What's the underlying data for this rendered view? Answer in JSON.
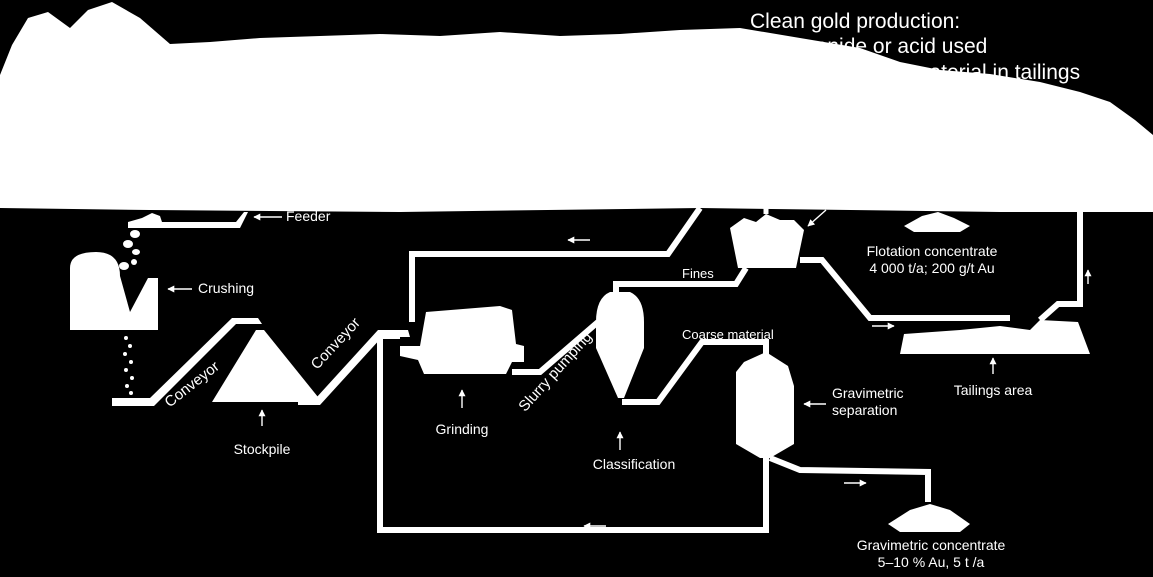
{
  "headline": {
    "title": "Clean gold production:",
    "point1": "No cyanide or acid used",
    "point2": "material in tailings"
  },
  "labels": {
    "feeder": "Feeder",
    "crushing": "Crushing",
    "conveyor1": "Conveyor",
    "stockpile": "Stockpile",
    "conveyor2": "Conveyor",
    "grinding": "Grinding",
    "slurry": "Slurry pumping",
    "fines": "Fines",
    "classification": "Classification",
    "coarse": "Coarse material",
    "gravimetric_1": "Gravimetric",
    "gravimetric_2": "separation",
    "flotation_1": "Flotation concentrate",
    "flotation_2": "4 000 t/a; 200 g/t Au",
    "tailings": "Tailings area",
    "gravconc_1": "Gravimetric concentrate",
    "gravconc_2": "5–10 % Au, 5 t /a"
  },
  "colors": {
    "background": "#000000",
    "ink": "#ffffff"
  }
}
